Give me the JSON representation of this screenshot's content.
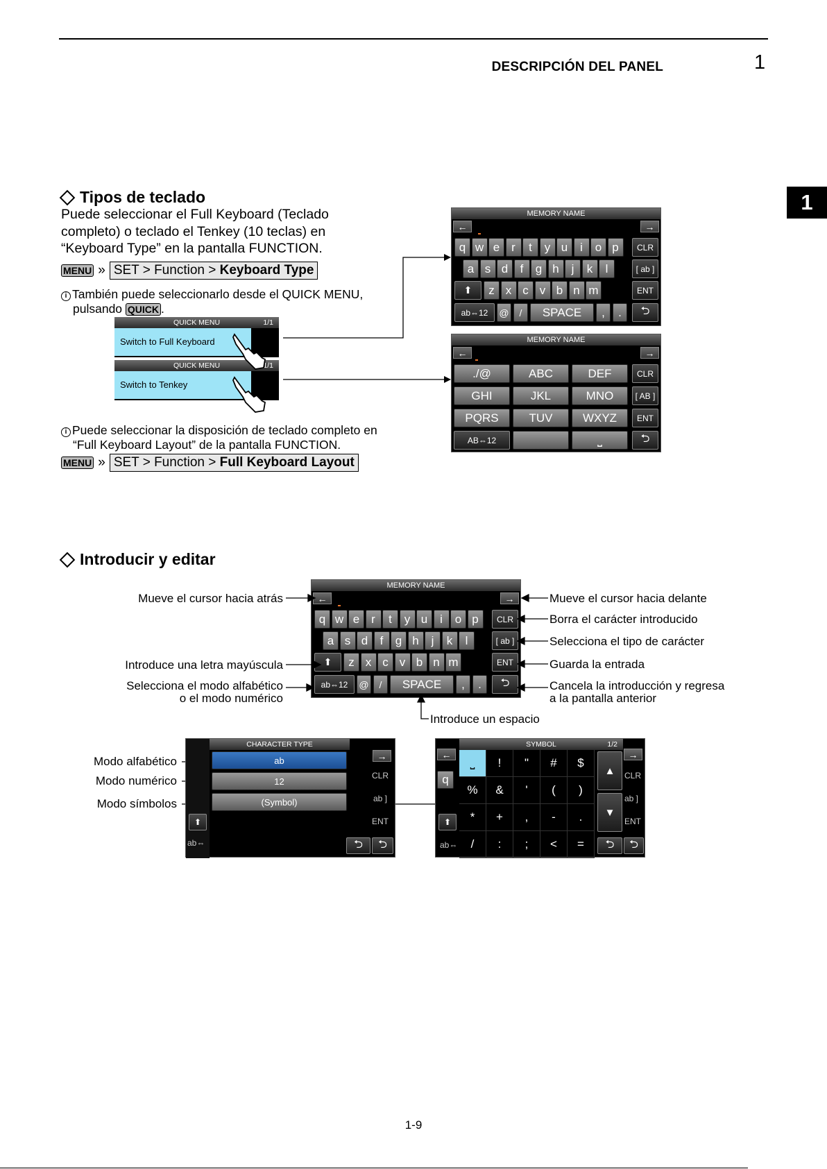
{
  "header": {
    "section": "DESCRIPCIÓN DEL PANEL",
    "chapter": "1",
    "tab": "1",
    "page": "1-9"
  },
  "s1": {
    "title": "Tipos de teclado",
    "intro_1": "Puede seleccionar el Full Keyboard (Teclado",
    "intro_2": "completo) o teclado el Tenkey (10 teclas) en",
    "intro_3": "“Keyboard Type” en la pantalla FUNCTION.",
    "menu_key": "MENU",
    "sep": "»",
    "path1_a": "SET > Function > ",
    "path1_b": "Keyboard Type",
    "note1_a": "También puede seleccionarlo desde el QUICK MENU,",
    "note1_b": "pulsando",
    "quick_key": "QUICK",
    "note1_dot": ".",
    "qm_title": "QUICK MENU",
    "qm_page": "1/1",
    "qm_full": "Switch to Full Keyboard",
    "qm_tenkey": "Switch to Tenkey",
    "note2_a": "Puede seleccionar la disposición de teclado completo en",
    "note2_b": "“Full Keyboard Layout” de la pantalla FUNCTION.",
    "path2_a": "SET > Function > ",
    "path2_b": "Full Keyboard Layout"
  },
  "kb": {
    "title": "MEMORY NAME",
    "left": "←",
    "right": "→",
    "row1": [
      "q",
      "w",
      "e",
      "r",
      "t",
      "y",
      "u",
      "i",
      "o",
      "p"
    ],
    "row2": [
      "a",
      "s",
      "d",
      "f",
      "g",
      "h",
      "j",
      "k",
      "l"
    ],
    "row3": [
      "z",
      "x",
      "c",
      "v",
      "b",
      "n",
      "m"
    ],
    "clr": "CLR",
    "ab": "[ ab ]",
    "ent": "ENT",
    "mode": "ab⇔12",
    "at": "@",
    "slash": "/",
    "space": "SPACE",
    "comma": ",",
    "dot": ".",
    "back": "⮌",
    "shift": "⬆"
  },
  "tenkey": {
    "keys": [
      "./@",
      "ABC",
      "DEF",
      "GHI",
      "JKL",
      "MNO",
      "PQRS",
      "TUV",
      "WXYZ"
    ],
    "clr": "CLR",
    "ab": "[ AB ]",
    "ent": "ENT",
    "mode": "AB⇔12",
    "space": "⎵",
    "back": "⮌"
  },
  "s2": {
    "title": "Introducir y editar",
    "a_left": "Mueve el cursor hacia atrás",
    "a_upper": "Introduce una letra mayúscula",
    "a_mode_1": "Selecciona el modo alfabético",
    "a_mode_2": "o el modo numérico",
    "a_right": "Mueve el cursor hacia delante",
    "a_clr": "Borra el carácter introducido",
    "a_type": "Selecciona el tipo de carácter",
    "a_ent": "Guarda la entrada",
    "a_back_1": "Cancela la introducción y regresa",
    "a_back_2": "a la pantalla anterior",
    "a_space": "Introduce un espacio",
    "m_alpha": "Modo alfabético",
    "m_num": "Modo numérico",
    "m_sym": "Modo símbolos"
  },
  "ct": {
    "title": "CHARACTER TYPE",
    "opts": [
      "ab",
      "12",
      "(Symbol)"
    ],
    "bg_clr": "CLR",
    "bg_ab": "ab ]",
    "bg_ent": "ENT",
    "bg_abm": "ab⇔",
    "back": "⮌"
  },
  "sym": {
    "title": "SYMBOL",
    "page": "1/2",
    "grid": [
      "⎵",
      "!",
      "\"",
      "#",
      "$",
      "%",
      "&",
      "'",
      "(",
      ")",
      "*",
      "+",
      ",",
      "-",
      ".",
      "/",
      ":",
      ";",
      "<",
      "="
    ],
    "up": "▲",
    "down": "▼",
    "back": "⮌"
  }
}
